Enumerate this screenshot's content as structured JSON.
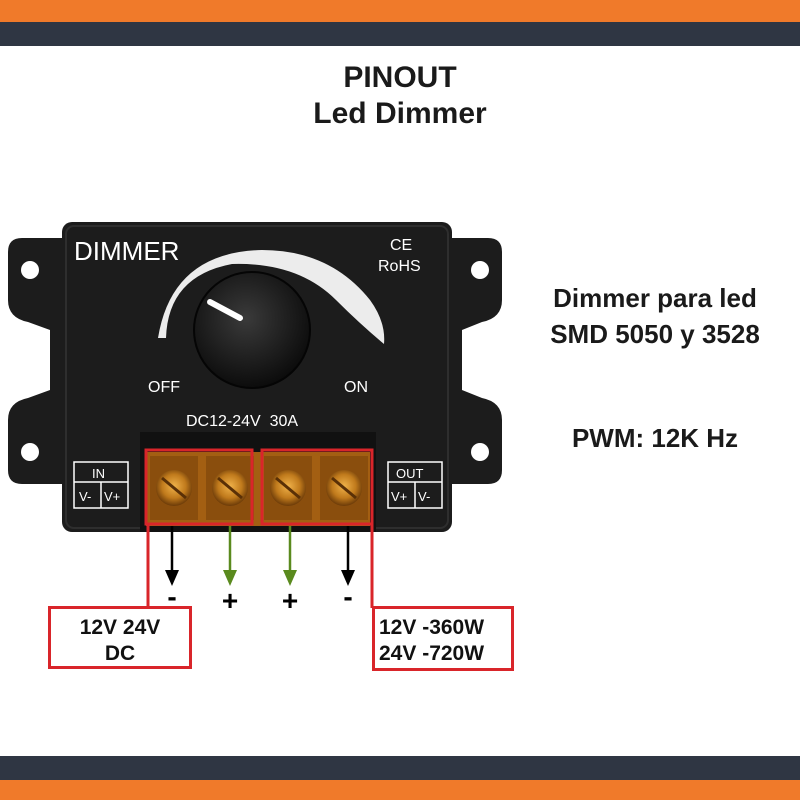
{
  "title": {
    "line1": "PINOUT",
    "line2": "Led Dimmer"
  },
  "device": {
    "label": "DIMMER",
    "ce": "CE",
    "rohs": "RoHS",
    "off": "OFF",
    "on": "ON",
    "rating": "DC12-24V  30A",
    "in_label": "IN",
    "in_pins": [
      "V-",
      "V+"
    ],
    "out_label": "OUT",
    "out_pins": [
      "V+",
      "V-"
    ]
  },
  "polarity": [
    "-",
    "+",
    "+",
    "-"
  ],
  "info": {
    "desc_line1": "Dimmer para led",
    "desc_line2": "SMD 5050 y 3528",
    "pwm": "PWM: 12K Hz"
  },
  "input_box": {
    "line1": "12V 24V",
    "line2": "DC"
  },
  "output_box": {
    "line1": "12V -360W",
    "line2": "24V -720W"
  },
  "colors": {
    "brand_orange": "#f07a2a",
    "band_dark": "#2f3643",
    "highlight_red": "#d9252a",
    "arrow_green": "#5a8a1e",
    "body_black": "#1c1c1c",
    "terminal_amber": "#b7741a"
  }
}
